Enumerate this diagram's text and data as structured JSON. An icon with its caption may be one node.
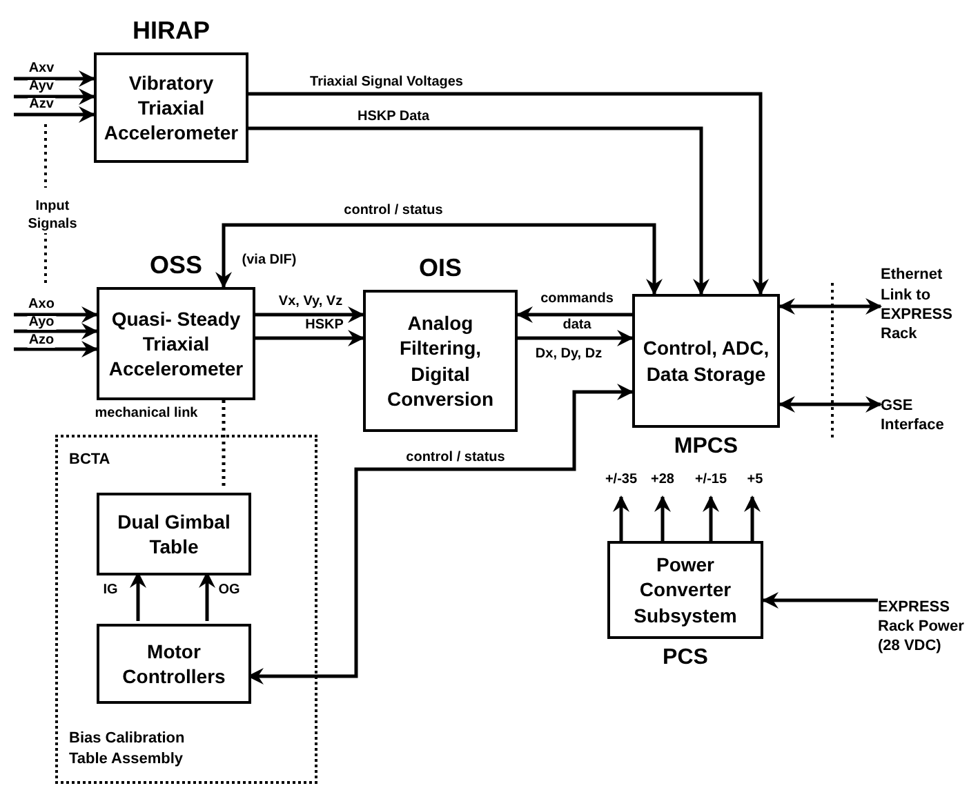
{
  "diagram": {
    "nodes": [
      {
        "text": [
          "HIRAP",
          "Vibratory Triaxial Accelerometer"
        ]
      },
      {
        "text": [
          "OSS",
          "Quasi- Steady Triaxial Accelerometer"
        ]
      },
      {
        "text": [
          "OIS",
          "Analog Filtering, Digital Conversion"
        ]
      },
      {
        "text": [
          "Control, ADC, Data Storage",
          "MPCS"
        ]
      },
      {
        "text": [
          "BCTA",
          "Bias Calibration Table Assembly"
        ]
      },
      {
        "text": [
          "Dual Gimbal Table"
        ],
        "in": 4
      },
      {
        "text": [
          "Motor Controllers"
        ],
        "in": 4
      },
      {
        "text": [
          "Power Converter Subsystem",
          "PCS"
        ]
      },
      {
        "text": [
          "Ethernet Link to EXPRESS Rack"
        ]
      },
      {
        "text": [
          "GSE Interface"
        ]
      },
      {
        "text": [
          "EXPRESS Rack Power (28 VDC)"
        ]
      }
    ],
    "edges": [
      {
        "from": null,
        "to": 0,
        "arrow": "to",
        "label": "Axv"
      },
      {
        "from": null,
        "to": 0,
        "arrow": "to",
        "label": "Ayv"
      },
      {
        "from": null,
        "to": 0,
        "arrow": "to",
        "label": "Azv"
      },
      {
        "from": null,
        "to": 1,
        "arrow": "to",
        "label": "Axo"
      },
      {
        "from": null,
        "to": 1,
        "arrow": "to",
        "label": "Ayo"
      },
      {
        "from": null,
        "to": 1,
        "arrow": "to",
        "label": "Azo"
      },
      {
        "from": 0,
        "to": 3,
        "arrow": "to",
        "label": "Triaxial Signal Voltages"
      },
      {
        "from": 0,
        "to": 3,
        "arrow": "to",
        "label": "HSKP Data"
      },
      {
        "from": 3,
        "to": 1,
        "arrow": "both",
        "label": "control / status"
      },
      {
        "from": 1,
        "to": 2,
        "arrow": "to",
        "label": "Vx, Vy, Vz"
      },
      {
        "from": 1,
        "to": 2,
        "arrow": "to",
        "label": "HSKP"
      },
      {
        "from": 3,
        "to": 2,
        "arrow": "to",
        "label": "commands"
      },
      {
        "from": 2,
        "to": 3,
        "arrow": "to",
        "label": "data"
      },
      {
        "from": 6,
        "to": 3,
        "arrow": "both",
        "label": "control / status"
      },
      {
        "from": 6,
        "to": 5,
        "arrow": "to",
        "label": "IG"
      },
      {
        "from": 6,
        "to": 5,
        "arrow": "to",
        "label": "OG"
      },
      {
        "from": 1,
        "to": 5,
        "arrow": "none",
        "label": "mechanical link",
        "style": "dashed"
      },
      {
        "from": 3,
        "to": 8,
        "arrow": "both"
      },
      {
        "from": 3,
        "to": 9,
        "arrow": "both"
      },
      {
        "from": 10,
        "to": 7,
        "arrow": "to"
      },
      {
        "from": 7,
        "to": null,
        "arrow": "to",
        "label": "+/-35"
      },
      {
        "from": 7,
        "to": null,
        "arrow": "to",
        "label": "+28"
      },
      {
        "from": 7,
        "to": null,
        "arrow": "to",
        "label": "+/-15"
      },
      {
        "from": 7,
        "to": null,
        "arrow": "to",
        "label": "+5"
      }
    ],
    "labels": [
      "Input Signals",
      "(via DIF)",
      "Dx, Dy, Dz"
    ]
  }
}
